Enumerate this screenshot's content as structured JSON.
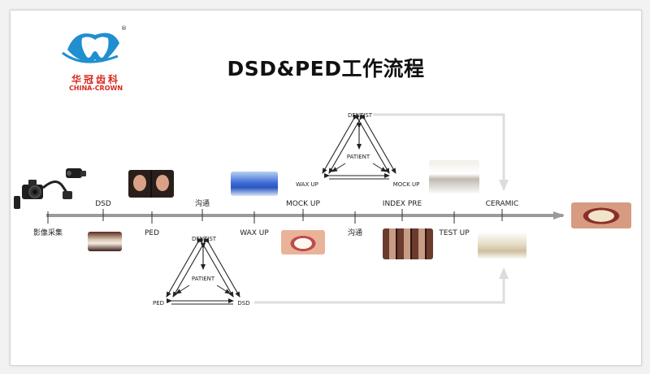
{
  "title": "DSD&PED工作流程",
  "logo": {
    "brand_cn": "华冠齿科",
    "brand_en": "CHINA-CROWN",
    "registered": "®",
    "icon": "tooth-logo-icon",
    "color": "#d7281e",
    "accent": "#1f8fd0"
  },
  "timeline": {
    "steps": [
      {
        "label": "影像采集",
        "pos": "below"
      },
      {
        "label": "DSD",
        "pos": "above"
      },
      {
        "label": "PED",
        "pos": "below"
      },
      {
        "label": "沟通",
        "pos": "above"
      },
      {
        "label": "WAX UP",
        "pos": "below"
      },
      {
        "label": "MOCK UP",
        "pos": "above"
      },
      {
        "label": "沟通",
        "pos": "below"
      },
      {
        "label": "INDEX PRE",
        "pos": "above"
      },
      {
        "label": "TEST UP",
        "pos": "below"
      },
      {
        "label": "CERAMIC",
        "pos": "above"
      }
    ],
    "arrow_color": "#9a9a9a"
  },
  "triangle_top": {
    "top": "DENTIST",
    "center": "PATIENT",
    "left": "WAX UP",
    "right": "MOCK UP"
  },
  "triangle_bottom": {
    "top": "DENTIST",
    "center": "PATIENT",
    "left": "PED",
    "right": "DSD"
  },
  "icons": {
    "camera": "camera-icon",
    "video_camera": "video-camera-icon"
  },
  "colors": {
    "feedback_arrow": "#dedede",
    "line": "#222222"
  }
}
